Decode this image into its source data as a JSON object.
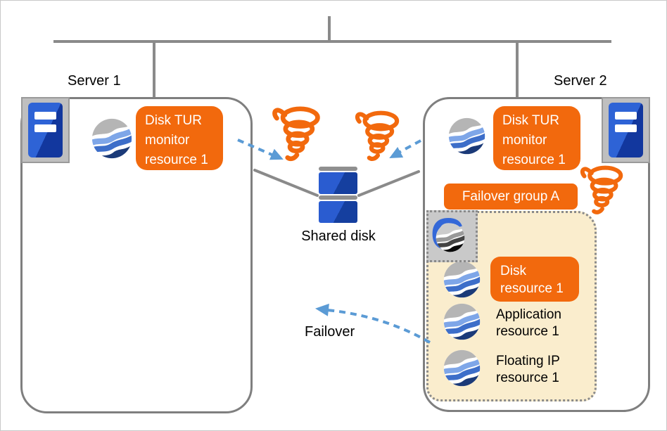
{
  "colors": {
    "accent_orange": "#f2690d",
    "arrow_blue": "#5b9bd5",
    "group_fill": "#faedcd",
    "line_gray": "#8a8a8a",
    "resource_navy": "#1b3a78"
  },
  "servers": {
    "server1": {
      "label": "Server 1",
      "server_icon": "server-tower-icon",
      "monitor_resource": {
        "icon": "resource-globe-icon",
        "lines": [
          "Disk TUR",
          "monitor",
          "resource 1"
        ]
      }
    },
    "server2": {
      "label": "Server 2",
      "server_icon": "server-tower-icon",
      "monitor_resource": {
        "icon": "resource-globe-icon",
        "lines": [
          "Disk TUR",
          "monitor",
          "resource 1"
        ]
      },
      "failover_group": {
        "label": "Failover group A",
        "group_icon": "group-g-icon",
        "resources": [
          {
            "icon": "resource-globe-icon",
            "lines": [
              "Disk",
              "resource 1"
            ],
            "highlighted": true
          },
          {
            "icon": "resource-globe-icon",
            "lines": [
              "Application",
              "resource 1"
            ],
            "highlighted": false
          },
          {
            "icon": "resource-globe-icon",
            "lines": [
              "Floating IP",
              "resource 1"
            ],
            "highlighted": false
          }
        ]
      }
    }
  },
  "shared_disk": {
    "label": "Shared disk",
    "icon": "shared-disk-icon"
  },
  "failover_arrow": {
    "label": "Failover"
  },
  "error_icons": [
    "tornado-icon",
    "tornado-icon",
    "tornado-icon"
  ]
}
